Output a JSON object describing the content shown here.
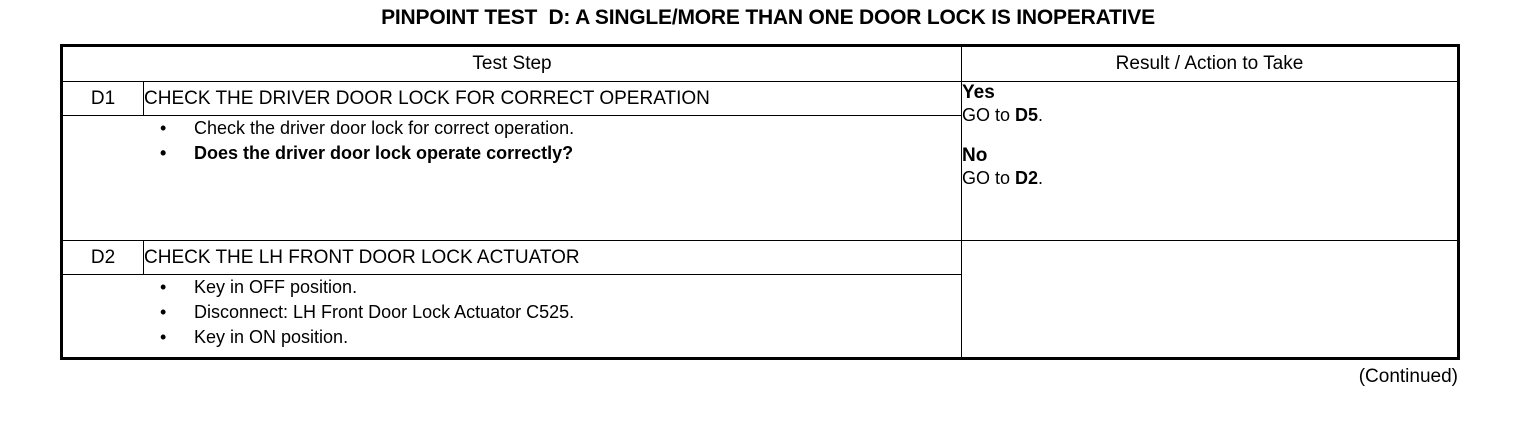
{
  "document": {
    "title": "PINPOINT TEST  D: A SINGLE/MORE THAN ONE DOOR LOCK IS INOPERATIVE",
    "footer_note": "(Continued)"
  },
  "table": {
    "headers": {
      "step": "Test Step",
      "result": "Result / Action to Take"
    },
    "steps": [
      {
        "id": "D1",
        "title": "CHECK THE DRIVER DOOR LOCK FOR CORRECT OPERATION",
        "bullets": [
          {
            "text": "Check the driver door lock for correct operation.",
            "bold": false,
            "marker": "•"
          },
          {
            "text": "Does the driver door lock operate correctly?",
            "bold": true,
            "marker": "•"
          }
        ],
        "results": [
          {
            "answer": "Yes",
            "action_prefix": "GO to ",
            "action_target": "D5",
            "action_suffix": "."
          },
          {
            "answer": "No",
            "action_prefix": "GO to ",
            "action_target": "D2",
            "action_suffix": "."
          }
        ]
      },
      {
        "id": "D2",
        "title": "CHECK THE LH FRONT DOOR LOCK ACTUATOR",
        "bullets": [
          {
            "text": "Key in OFF position.",
            "bold": false,
            "marker": "•"
          },
          {
            "text": "Disconnect: LH Front Door Lock Actuator C525.",
            "bold": false,
            "marker": "•"
          },
          {
            "text": "Key in ON position.",
            "bold": false,
            "marker": "•"
          }
        ],
        "results": []
      }
    ]
  },
  "colors": {
    "text": "#000000",
    "background": "#ffffff",
    "border": "#000000"
  }
}
